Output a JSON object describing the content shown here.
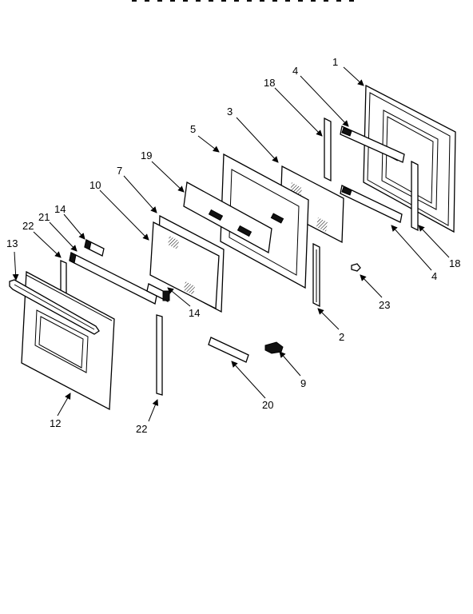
{
  "callouts": {
    "c1": "1",
    "c4a": "4",
    "c18a": "18",
    "c3": "3",
    "c5": "5",
    "c19": "19",
    "c7": "7",
    "c10": "10",
    "c14a": "14",
    "c21": "21",
    "c22a": "22",
    "c13": "13",
    "c18b": "18",
    "c4b": "4",
    "c23": "23",
    "c14b": "14",
    "c2": "2",
    "c9": "9",
    "c20": "20",
    "c12": "12",
    "c22b": "22"
  }
}
